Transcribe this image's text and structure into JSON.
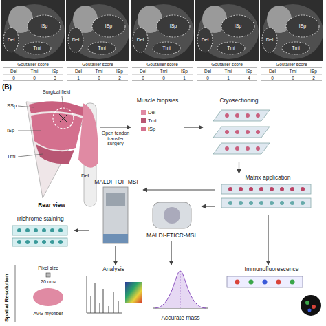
{
  "diagram": {
    "nodes": [
      {
        "text": [
          "Rear view"
        ]
      },
      {
        "text": [
          "Muscle biopsies"
        ]
      },
      {
        "text": [
          "Cryosectioning"
        ]
      },
      {
        "text": [
          "Matrix application"
        ]
      },
      {
        "text": [
          "MALDI-TOF-MSI"
        ]
      },
      {
        "text": [
          "MALDI-FTICR-MSI"
        ]
      },
      {
        "text": [
          "Trichrome staining"
        ]
      },
      {
        "text": [
          "Analysis"
        ]
      },
      {
        "text": [
          "Accurate mass"
        ]
      },
      {
        "text": [
          "Immunofluorescence"
        ]
      }
    ],
    "edges": [
      {
        "from": 0,
        "to": 1,
        "arrow": "to",
        "label": "Open tendon transfer surgery"
      },
      {
        "from": 1,
        "to": 2,
        "arrow": "to"
      },
      {
        "from": 2,
        "to": 3,
        "arrow": "to"
      },
      {
        "from": 3,
        "to": 4,
        "arrow": "to"
      },
      {
        "from": 3,
        "to": 5,
        "arrow": "to"
      },
      {
        "from": 3,
        "to": 9,
        "arrow": "to"
      },
      {
        "from": 4,
        "to": 6,
        "arrow": "to"
      },
      {
        "from": 4,
        "to": 7,
        "arrow": "to"
      },
      {
        "from": 5,
        "to": 8,
        "arrow": "to"
      }
    ],
    "labels": [
      "ISp",
      "Del",
      "Tmi",
      "ISp",
      "Del",
      "Tmi",
      "ISp",
      "Del",
      "Tmi",
      "ISp",
      "Del",
      "Tmi",
      "ISp",
      "Del",
      "Tmi",
      "Goutallier score",
      "Del",
      "Tmi",
      "ISp",
      "0",
      "0",
      "3",
      "Goutallier score",
      "Del",
      "Tmi",
      "ISp",
      "1",
      "0",
      "2",
      "Goutallier score",
      "Del",
      "Tmi",
      "ISp",
      "0",
      "0",
      "1",
      "Goutallier score",
      "Del",
      "Tmi",
      "ISp",
      "0",
      "1",
      "4",
      "Goutallier score",
      "Del",
      "Tmi",
      "ISp",
      "0",
      "0",
      "2",
      "(B)",
      "SSp",
      "ISp",
      "Tmi",
      "Del",
      "Surgical field",
      "Spatial Resolution",
      "Pixel size",
      "20 um²",
      "AVG myofiber"
    ],
    "legend": [
      {
        "text": "Del",
        "color": "#e08aa3"
      },
      {
        "text": "Tmi",
        "color": "#b85673"
      },
      {
        "text": "ISp",
        "color": "#d4708e"
      }
    ]
  }
}
